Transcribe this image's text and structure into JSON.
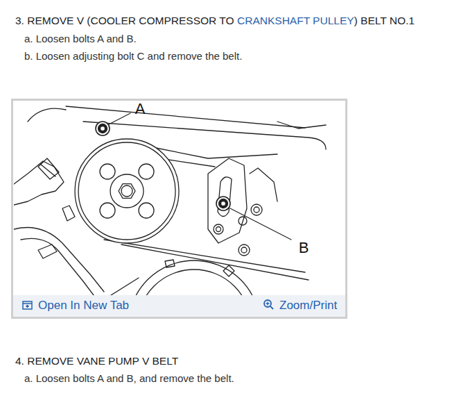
{
  "diagram": {
    "labels": [
      "3. REMOVE V (COOLER COMPRESSOR TO",
      "CRANKSHAFT PULLEY",
      ") BELT NO.1",
      "a. Loosen bolts A and B.",
      "b. Loosen adjusting bolt C and remove the belt.",
      "A",
      "B",
      "Open In New Tab",
      "Zoom/Print",
      "4. REMOVE VANE PUMP V BELT",
      "a. Loosen bolts A and B, and remove the belt."
    ]
  }
}
